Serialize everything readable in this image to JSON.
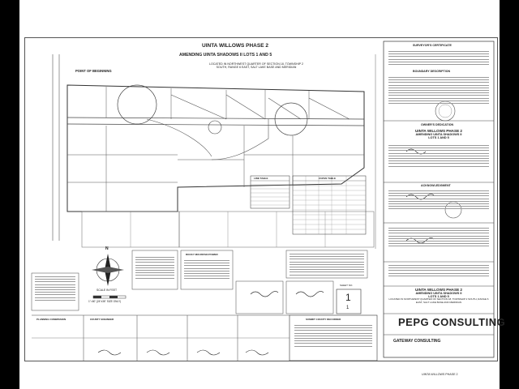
{
  "plat": {
    "title": "UINTA WILLOWS PHASE 2",
    "subtitle": "AMENDING UINTA SHADOWS II LOTS 1 AND 5",
    "location": "LOCATED IN NORTHWEST QUARTER OF SECTION 18, TOWNSHIP 2 SOUTH, RANGE 6 EAST, SALT LAKE BASE AND MERIDIAN",
    "point_of_beginning": "POINT OF BEGINNING",
    "line_table_title": "LINE TABLE",
    "curve_table_title": "CURVE TABLE",
    "north_label": "N",
    "scale_label": "SCALE IN FEET",
    "scale_text": "1\"=60' (24\"x36\" SIZE ONLY)"
  },
  "blocks": {
    "surveyor_certificate": "SURVEYOR'S CERTIFICATE",
    "boundary_description": "BOUNDARY DESCRIPTION",
    "owners_dedication": "OWNER'S DEDICATION",
    "acknowledgment": "ACKNOWLEDGMENT",
    "county_planning": "PLANNING COMMISSION",
    "county_engineer": "COUNTY ENGINEER",
    "power_company": "ROCKY MOUNTAIN POWER",
    "county_recorder": "SUMMIT COUNTY RECORDER"
  },
  "title_block": {
    "title": "UINTA WILLOWS PHASE 2",
    "subtitle": "AMENDING UINTA SHADOWS II",
    "lots": "LOTS 1 AND 5",
    "location": "LOCATED IN NORTHWEST QUARTER OF SECTION 18, TOWNSHIP 2 SOUTH, RANGE 6 EAST, SALT LAKE BASE AND MERIDIAN",
    "sheet_label": "SHEET NO.",
    "sheet_number": "1",
    "sheet_total": "1",
    "company": "PEPG CONSULTING",
    "company_sub": "GATEWAY CONSULTING"
  },
  "footer_caption": "UINTA WILLOWS PHASE 2"
}
